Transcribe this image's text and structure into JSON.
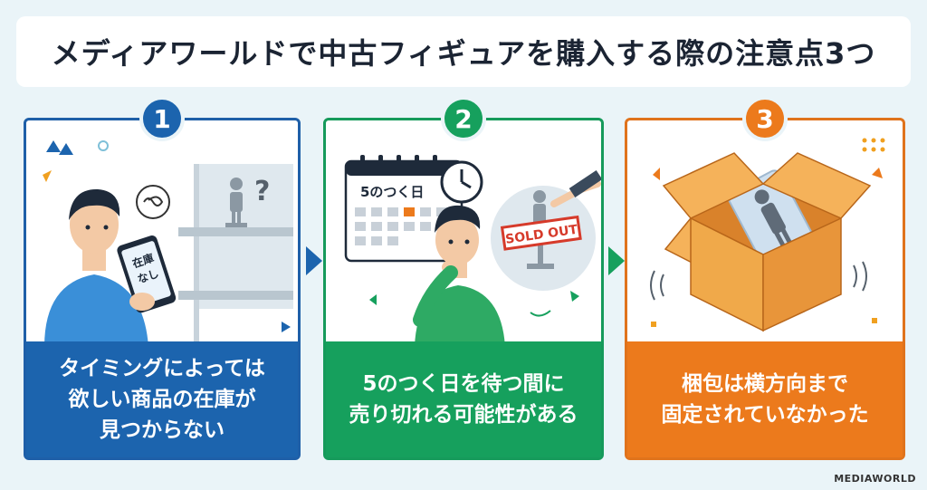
{
  "title": "メディアワールドで中古フィギュアを購入する際の注意点3つ",
  "cards": [
    {
      "number": "1",
      "caption_lines": [
        "タイミングによっては",
        "欲しい商品の在庫が",
        "見つからない"
      ],
      "phone_text": [
        "在庫",
        "なし"
      ],
      "question_mark": "?"
    },
    {
      "number": "2",
      "caption_lines": [
        "5のつく日を待つ間に",
        "売り切れる可能性がある"
      ],
      "calendar_label": "5のつく日",
      "sold_out_label": "SOLD OUT"
    },
    {
      "number": "3",
      "caption_lines": [
        "梱包は横方向まで",
        "固定されていなかった"
      ]
    }
  ],
  "logo_text": "MEDIAWORLD",
  "colors": {
    "blue": "#1c64ae",
    "green": "#16a05d",
    "orange": "#ec7a1c"
  }
}
